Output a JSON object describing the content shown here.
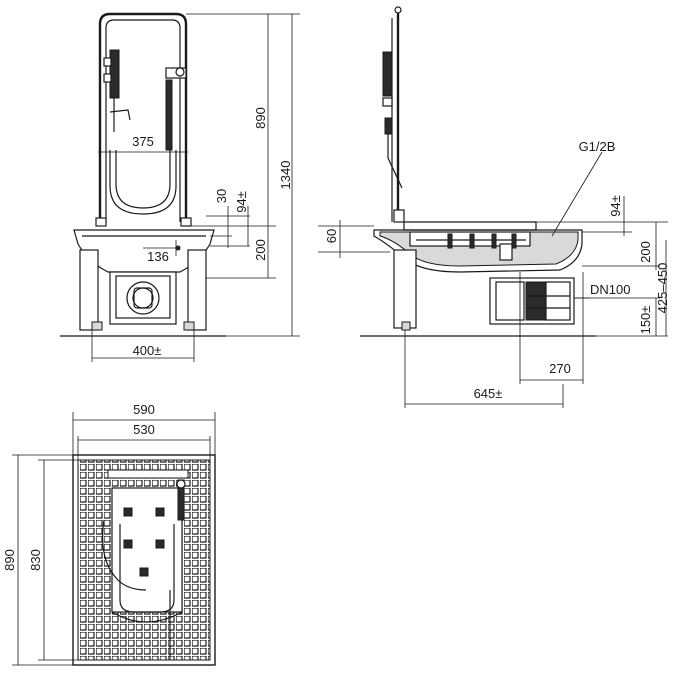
{
  "front_view": {
    "width_label": "375",
    "height_label": "890",
    "total_height_label": "1340",
    "offset_30_label": "30",
    "offset_94_label": "94±",
    "offset_200_label": "200",
    "drain_label": "136",
    "base_label": "400±"
  },
  "side_view": {
    "thread_label": "G1/2B",
    "offset_94_label": "94±",
    "rim_60_label": "60",
    "offset_200_label": "200",
    "range_label": "425–450",
    "drain_label": "DN100",
    "drain_height_label": "150±",
    "depth_270_label": "270",
    "depth_645_label": "645±"
  },
  "plan_view": {
    "outer_width_label": "590",
    "inner_width_label": "530",
    "outer_depth_label": "890",
    "inner_depth_label": "830"
  },
  "colors": {
    "line": "#1a1a1a",
    "background": "#ffffff"
  }
}
